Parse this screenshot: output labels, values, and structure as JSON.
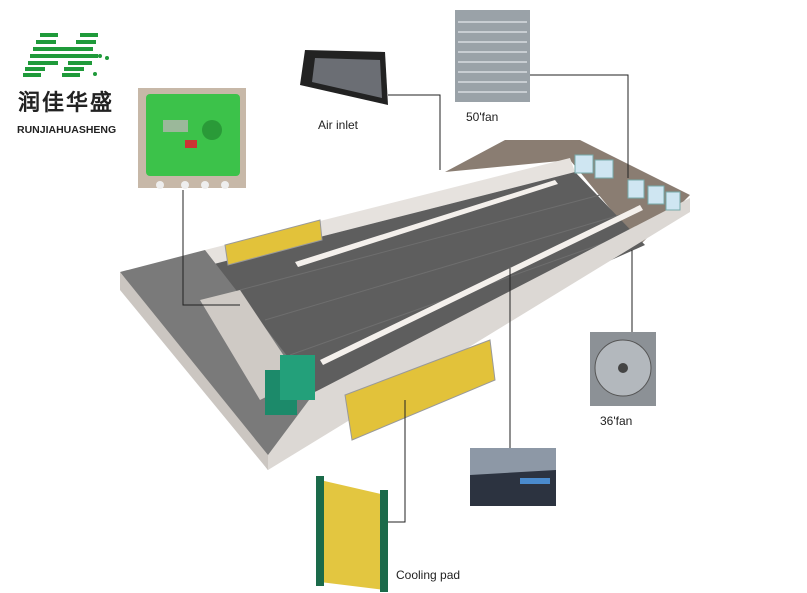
{
  "logo": {
    "chinese_name": "润佳华盛",
    "english_name": "RUNJIAHUASHENG"
  },
  "labels": {
    "air_inlet": "Air inlet",
    "fan_50": "50'fan",
    "fan_36": "36'fan",
    "cooling_pad": "Cooling pad"
  },
  "colors": {
    "brand_green": "#1f9a3a",
    "controller_green": "#3cc24a",
    "floor": "#5e5e5e",
    "wall": "#d8d4d0",
    "pad_yellow": "#e2c23a"
  }
}
